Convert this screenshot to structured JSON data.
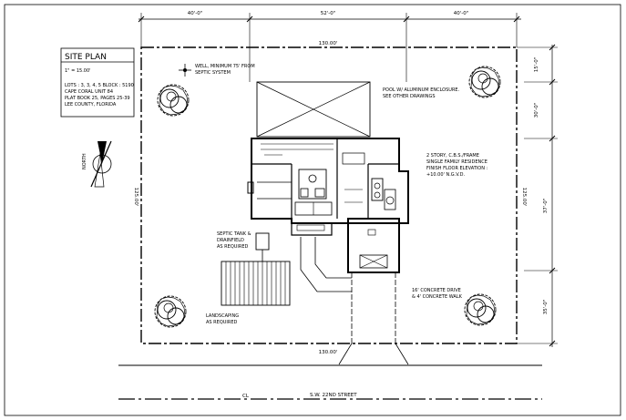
{
  "title_block": {
    "title": "SITE PLAN",
    "scale": "1\" = 15.00'",
    "legal_lines": [
      "LOTS : 3, 3, 4, 5  BLOCK : 5190",
      "CAPE CORAL UNIT 84",
      "PLAT BOOK 25, PAGES 25-39",
      "LEE COUNTY, FLORIDA"
    ]
  },
  "north_label": "NORTH",
  "top_dimensions": [
    "40'-0\"",
    "52'-0\"",
    "40'-0\""
  ],
  "lot_dimensions": {
    "top": "130.00'",
    "bottom": "130.00'",
    "left": "125.00'",
    "right": "125.00'"
  },
  "right_dimensions": [
    "15'-0\"",
    "30'-0\"",
    "37'-0\"",
    "35'-0\""
  ],
  "notes": {
    "well": [
      "WELL, MINIMUM 75' FROM",
      "SEPTIC SYSTEM"
    ],
    "pool": [
      "POOL W/ ALUMINUM ENCLOSURE.",
      "SEE OTHER DRAWINGS"
    ],
    "residence": [
      "2 STORY, C.B.S./FRAME",
      "SINGLE FAMILY RESIDENCE",
      "FINISH FLOOR ELEVATION :",
      "+10.00' N.G.V.D."
    ],
    "septic": [
      "SEPTIC TANK &",
      "DRAINFIELD",
      "AS REQUIRED"
    ],
    "landscaping": [
      "LANDSCAPING",
      "AS REQUIRED"
    ],
    "drive": [
      "16' CONCRETE DRIVE",
      "& 4' CONCRETE WALK"
    ]
  },
  "street": {
    "centerline": "CL",
    "name": "S.W. 22ND STREET"
  }
}
